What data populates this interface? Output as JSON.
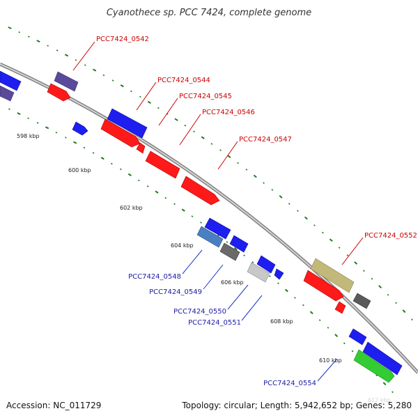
{
  "title": "Cyanothece sp. PCC 7424, complete genome",
  "footer": {
    "accession": "Accession: NC_011729",
    "summary": "Topology: circular; Length: 5,942,652 bp; Genes: 5,280"
  },
  "colors": {
    "backbone": "#8c8c8c",
    "tick": "#1f7a1f",
    "label_plus": "#cc0000",
    "label_minus": "#1a1aa6",
    "leader_plus": "#cc0000",
    "leader_minus": "#2233cc"
  },
  "scale_labels": [
    "598 kbp",
    "600 kbp",
    "602 kbp",
    "604 kbp",
    "606 kbp",
    "608 kbp",
    "610 kbp",
    "612 kbp"
  ],
  "gene_labels": [
    {
      "name": "PCC7424_0542",
      "strand": "plus"
    },
    {
      "name": "PCC7424_0544",
      "strand": "plus"
    },
    {
      "name": "PCC7424_0545",
      "strand": "plus"
    },
    {
      "name": "PCC7424_0546",
      "strand": "plus"
    },
    {
      "name": "PCC7424_0547",
      "strand": "plus"
    },
    {
      "name": "PCC7424_0552",
      "strand": "plus"
    },
    {
      "name": "PCC7424_0548",
      "strand": "minus"
    },
    {
      "name": "PCC7424_0549",
      "strand": "minus"
    },
    {
      "name": "PCC7424_0550",
      "strand": "minus"
    },
    {
      "name": "PCC7424_0551",
      "strand": "minus"
    },
    {
      "name": "PCC7424_0554",
      "strand": "minus"
    }
  ]
}
